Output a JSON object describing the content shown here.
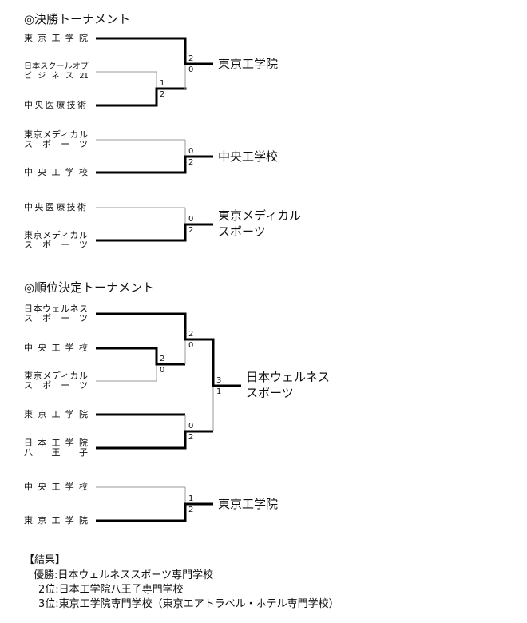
{
  "final_tournament": {
    "title": "◎決勝トーナメント",
    "match1": {
      "teams": [
        [
          "東京工学院"
        ],
        [
          "日本スクールオブ",
          "ビジネス21"
        ],
        [
          "中央医療技術"
        ]
      ],
      "semi_scores": [
        "1",
        "2"
      ],
      "final_scores": [
        "2",
        "0"
      ],
      "winner": [
        "東京工学院"
      ]
    },
    "match2": {
      "teams": [
        [
          "東京メディカル",
          "スポーツ"
        ],
        [
          "中央工学校"
        ]
      ],
      "scores": [
        "0",
        "2"
      ],
      "winner": [
        "中央工学校"
      ]
    },
    "match3": {
      "teams": [
        [
          "中央医療技術"
        ],
        [
          "東京メディカル",
          "スポーツ"
        ]
      ],
      "scores": [
        "0",
        "2"
      ],
      "winner": [
        "東京メディカル",
        "スポーツ"
      ]
    }
  },
  "placement_tournament": {
    "title": "◎順位決定トーナメント",
    "teams": [
      [
        "日本ウェルネス",
        "スポーツ"
      ],
      [
        "中央工学校"
      ],
      [
        "東京メディカル",
        "スポーツ"
      ],
      [
        "東京工学院"
      ],
      [
        "日本工学院",
        "八王子"
      ]
    ],
    "scores_a": [
      "2",
      "0"
    ],
    "scores_b": [
      "2",
      "0"
    ],
    "scores_c": [
      "0",
      "2"
    ],
    "scores_final": [
      "3",
      "1"
    ],
    "winner": [
      "日本ウェルネス",
      "スポーツ"
    ],
    "third": {
      "teams": [
        [
          "中央工学校"
        ],
        [
          "東京工学院"
        ]
      ],
      "scores": [
        "1",
        "2"
      ],
      "winner": [
        "東京工学院"
      ]
    }
  },
  "results": {
    "heading": "【結果】",
    "lines": [
      "優勝:日本ウェルネススポーツ専門学校",
      "2位:日本工学院八王子専門学校",
      "3位:東京工学院専門学校（東京エアトラベル・ホテル専門学校）"
    ]
  }
}
